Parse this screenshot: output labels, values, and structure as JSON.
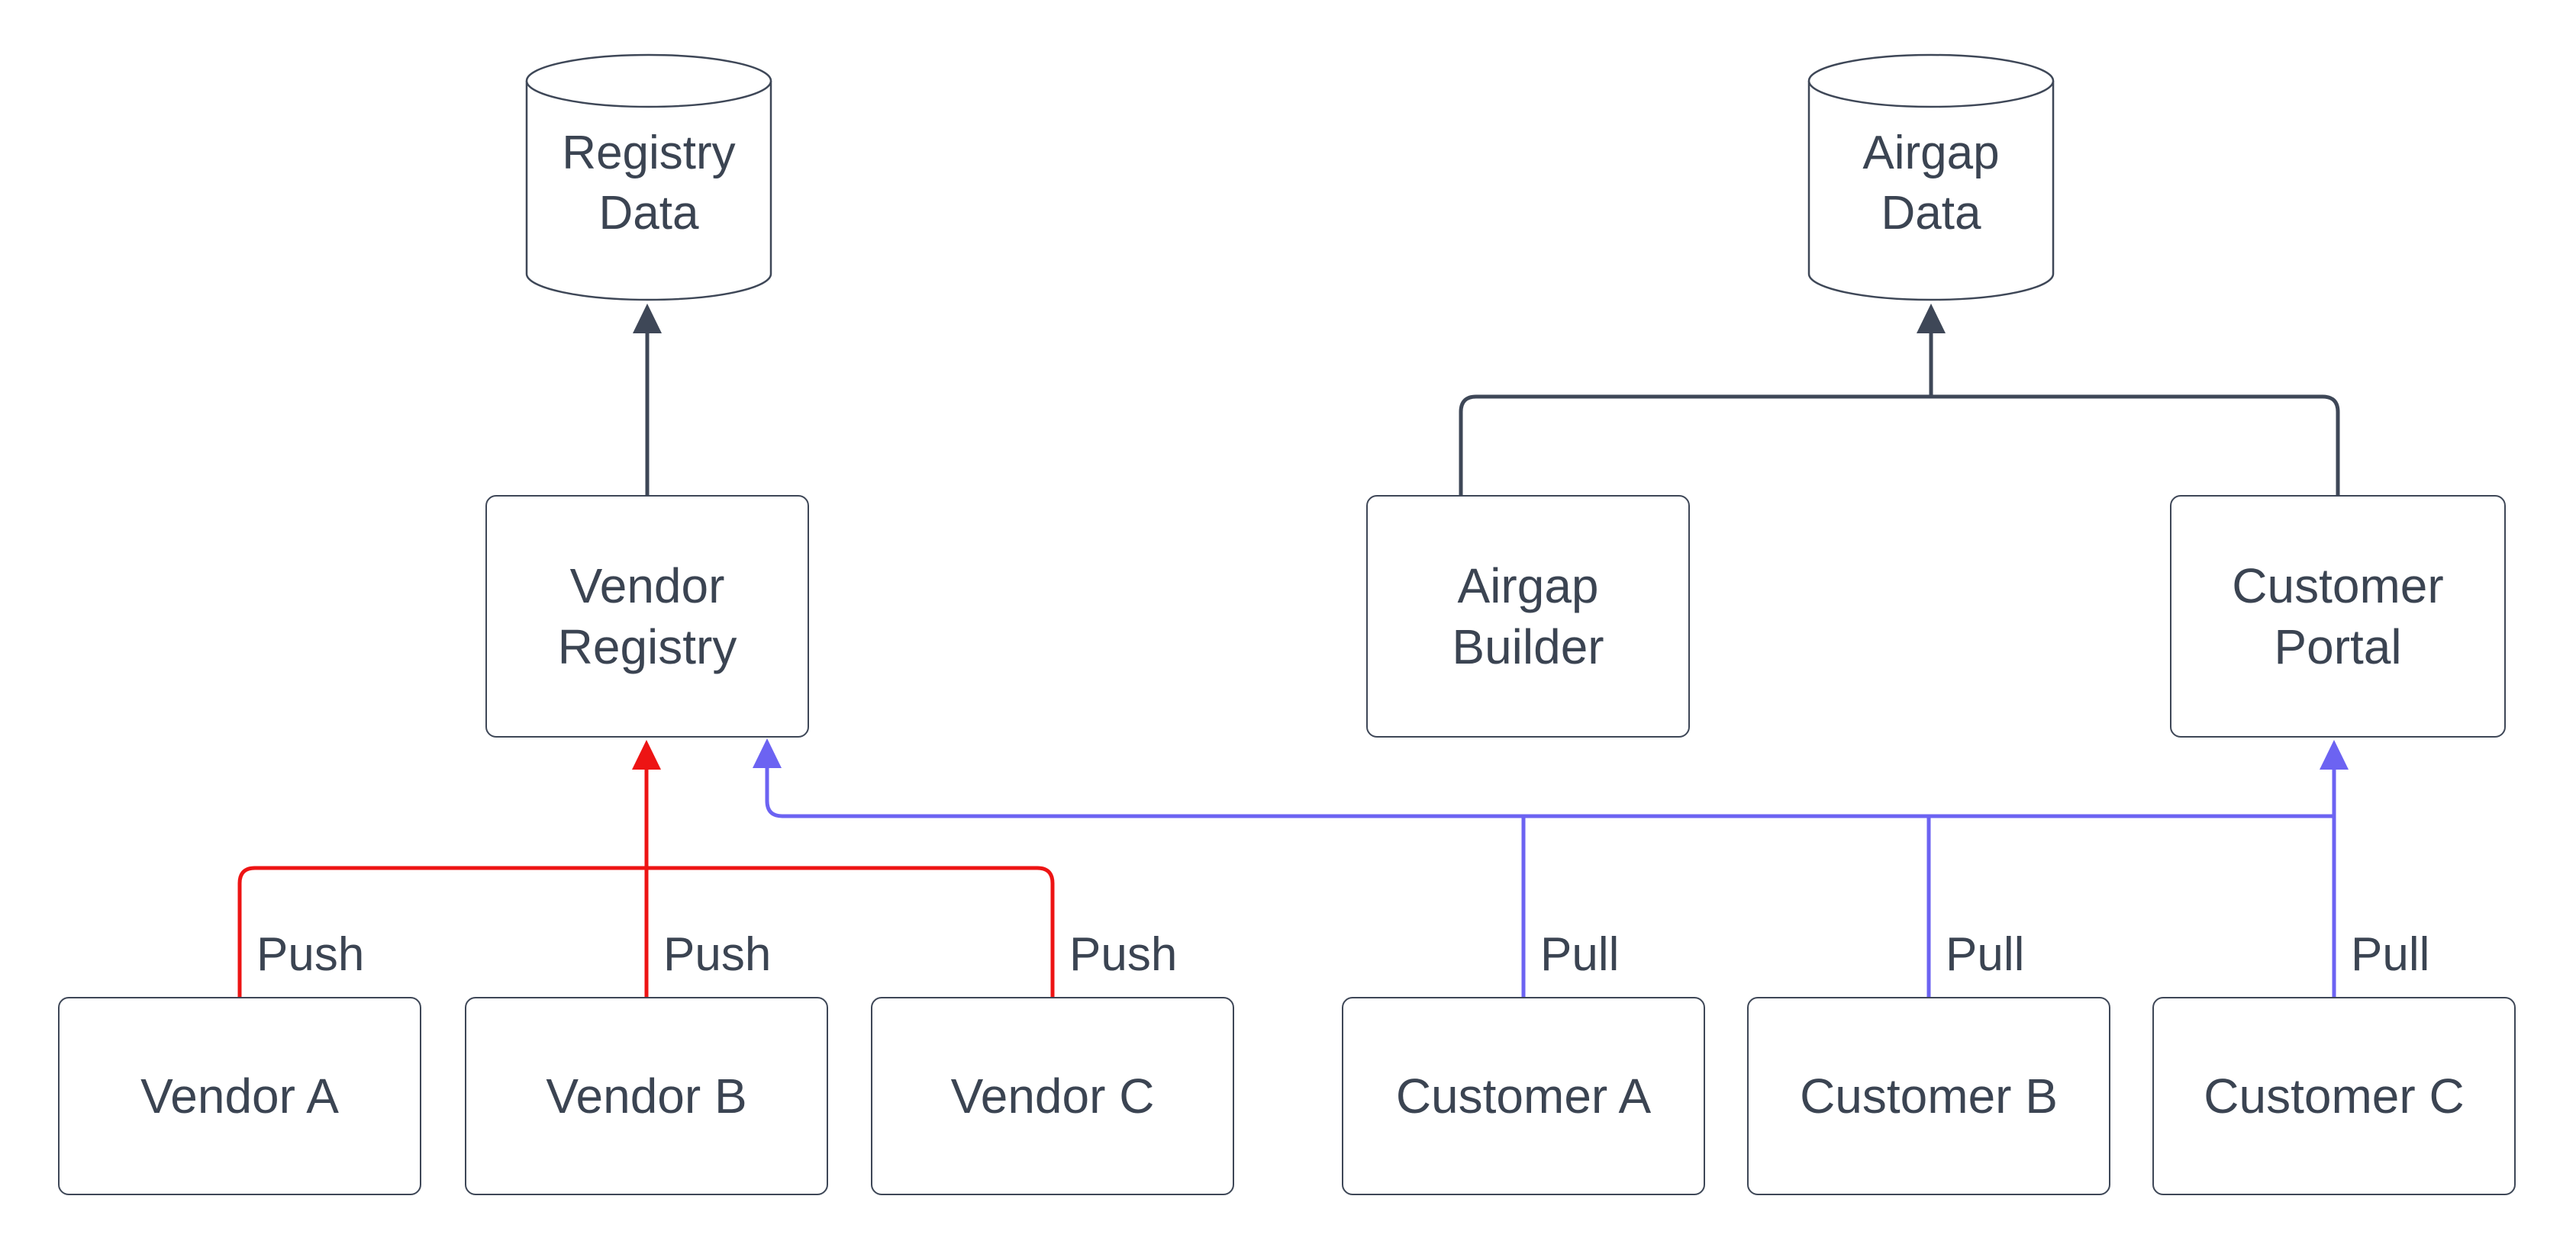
{
  "theme": {
    "dark": "#3e4757",
    "text": "#3b4452",
    "red": "#ed1414",
    "blue": "#6c63f2",
    "bg": "#ffffff",
    "node_fill": "#ffffff"
  },
  "diagram": {
    "cylinders": [
      {
        "id": "registry-data",
        "label": "Registry Data"
      },
      {
        "id": "airgap-data",
        "label": "Airgap Data"
      }
    ],
    "mid_boxes": [
      {
        "id": "vendor-registry",
        "label": "Vendor Registry"
      },
      {
        "id": "airgap-builder",
        "label": "Airgap Builder"
      },
      {
        "id": "customer-portal",
        "label": "Customer Portal"
      }
    ],
    "bottom_boxes": [
      {
        "id": "vendor-a",
        "label": "Vendor A"
      },
      {
        "id": "vendor-b",
        "label": "Vendor B"
      },
      {
        "id": "vendor-c",
        "label": "Vendor C"
      },
      {
        "id": "customer-a",
        "label": "Customer A"
      },
      {
        "id": "customer-b",
        "label": "Customer B"
      },
      {
        "id": "customer-c",
        "label": "Customer C"
      }
    ],
    "edge_labels": [
      {
        "id": "push-vendor-a",
        "text": "Push"
      },
      {
        "id": "push-vendor-b",
        "text": "Push"
      },
      {
        "id": "push-vendor-c",
        "text": "Push"
      },
      {
        "id": "pull-customer-a",
        "text": "Pull"
      },
      {
        "id": "pull-customer-b",
        "text": "Pull"
      },
      {
        "id": "pull-customer-c",
        "text": "Pull"
      }
    ]
  }
}
